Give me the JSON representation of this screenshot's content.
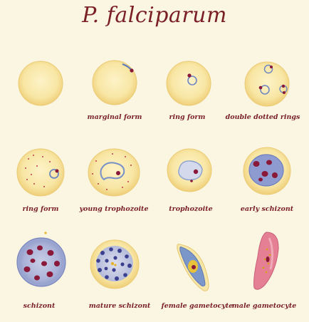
{
  "title": "P. falciparum",
  "cells": [
    {
      "id": "uninfected",
      "label": ""
    },
    {
      "id": "marginal-form",
      "label": "marginal form"
    },
    {
      "id": "ring-form-1",
      "label": "ring form"
    },
    {
      "id": "double-dotted-rings",
      "label": "double dotted rings"
    },
    {
      "id": "ring-form-2",
      "label": "ring form"
    },
    {
      "id": "young-trophozoite",
      "label": "young trophozoite"
    },
    {
      "id": "trophozoite",
      "label": "trophozoite"
    },
    {
      "id": "early-schizont",
      "label": "early schizont"
    },
    {
      "id": "schizont",
      "label": "schizont"
    },
    {
      "id": "mature-schizont",
      "label": "mature schizont"
    },
    {
      "id": "female-gametocyte",
      "label": "female gametocyte"
    },
    {
      "id": "male-gametocyte",
      "label": "male gametocyte"
    }
  ],
  "colors": {
    "title": "#7a1f24",
    "cell_fill": "#f7e29a",
    "cell_edge": "#e9c56a",
    "parasite_blue": "#5c72b8",
    "chromatin": "#8a1838",
    "male_pink": "#e27f93",
    "female_blue": "#7b97c9"
  }
}
